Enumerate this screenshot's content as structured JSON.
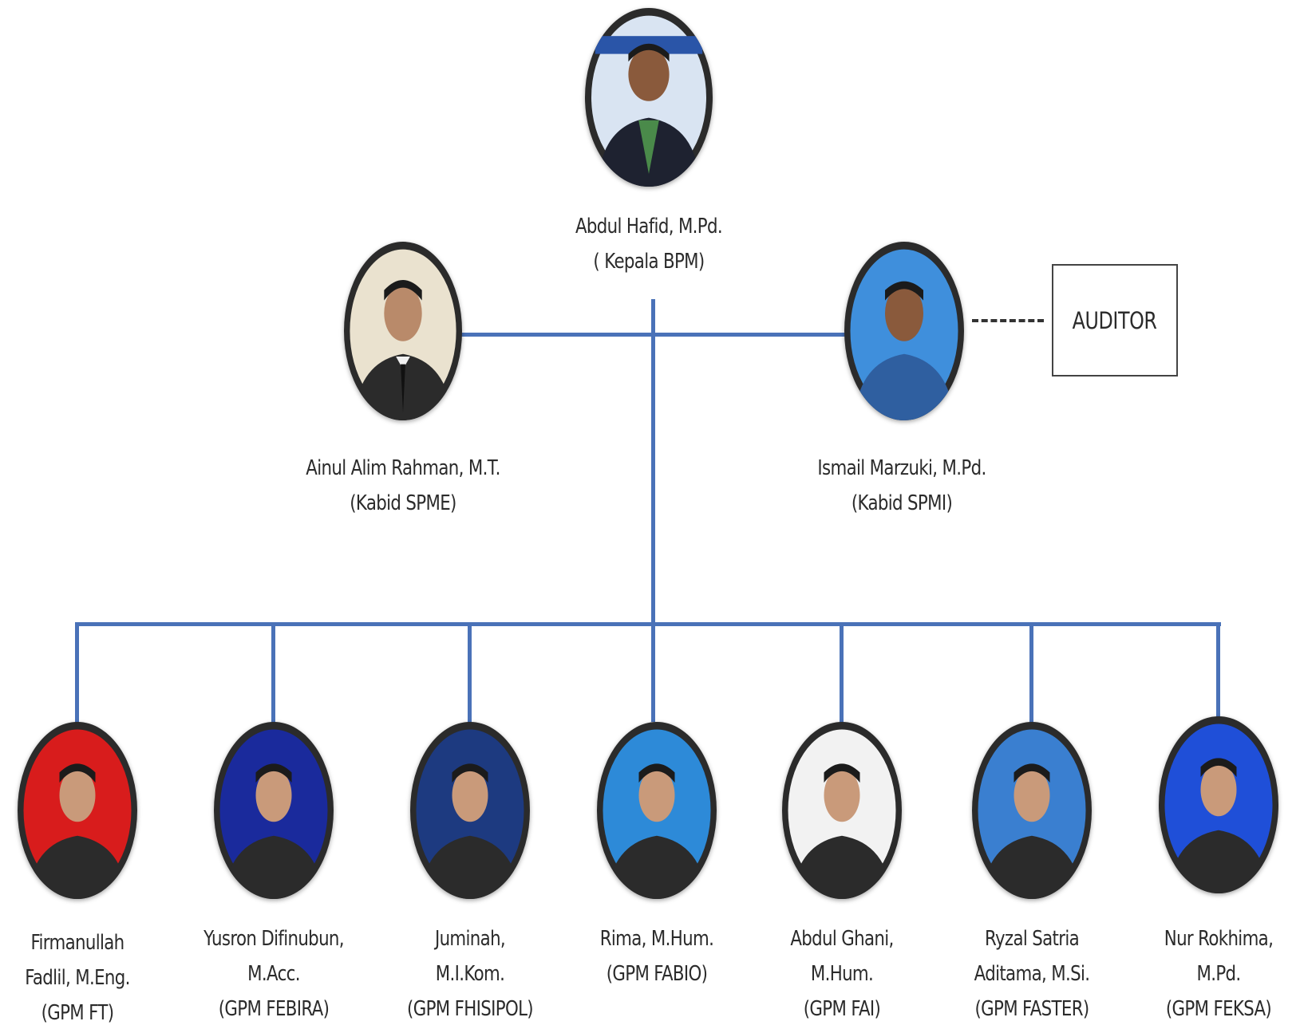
{
  "colors": {
    "connector": "#4a72b8",
    "frame": "#2b2b2b"
  },
  "head": {
    "name": "Abdul Hafid, M.Pd.",
    "role": "( Kepala BPM)",
    "bg": "#d9e4f2"
  },
  "left_head": {
    "name": "Ainul Alim Rahman, M.T.",
    "role": "(Kabid SPME)",
    "bg": "#eae2cf"
  },
  "right_head": {
    "name": "Ismail Marzuki, M.Pd.",
    "role": "(Kabid SPMI)",
    "bg": "#3f8fdc"
  },
  "auditor": {
    "label": "AUDITOR"
  },
  "members": [
    {
      "line1": "Firmanullah",
      "line2": "Fadlil, M.Eng.",
      "line3": "(GPM FT)",
      "bg": "#d81c1c"
    },
    {
      "line1": "Yusron Difinubun,",
      "line2": "M.Acc.",
      "line3": "(GPM FEBIRA)",
      "bg": "#1a2a9c"
    },
    {
      "line1": "Juminah,",
      "line2": "M.I.Kom.",
      "line3": "(GPM FHISIPOL)",
      "bg": "#1d3a80"
    },
    {
      "line1": "Rima, M.Hum.",
      "line2": "(GPM FABIO)",
      "line3": "",
      "bg": "#2d8ad8"
    },
    {
      "line1": "Abdul Ghani,",
      "line2": "M.Hum.",
      "line3": "(GPM FAI)",
      "bg": "#f2f2f2"
    },
    {
      "line1": "Ryzal Satria",
      "line2": "Aditama, M.Si.",
      "line3": "(GPM FASTER)",
      "bg": "#3a7fd0"
    },
    {
      "line1": "Nur Rokhima,",
      "line2": "M.Pd.",
      "line3": "(GPM FEKSA)",
      "bg": "#1f4fd8"
    }
  ]
}
